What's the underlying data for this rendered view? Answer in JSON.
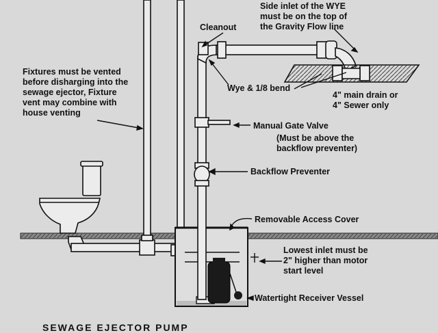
{
  "labels": {
    "side_inlet": "Side inlet of the WYE\nmust be on the top of\nthe Gravity Flow line",
    "cleanout": "Cleanout",
    "fixtures_vented": "Fixtures must be vented\nbefore disharging into the\nsewage ejector, Fixture\nvent may combine with\nhouse venting",
    "wye_bend": "Wye & 1/8 bend",
    "main_drain": "4\" main drain or\n4\" Sewer only",
    "gate_valve": "Manual Gate Valve",
    "gate_valve_note": "(Must be above the\nbackflow preventer)",
    "backflow": "Backflow Preventer",
    "access_cover": "Removable Access Cover",
    "lowest_inlet": "Lowest inlet must be\n2\" higher than motor\nstart level",
    "receiver_vessel": "Watertight Receiver Vessel",
    "bottom_caption": "SEWAGE EJECTOR PUMP"
  },
  "colors": {
    "background": "#d9d9d9",
    "pipe_fill": "#ececec",
    "line": "#111111",
    "floor": "#8a8a8a",
    "water": "#bdbdbd",
    "pump": "#1a1a1a"
  }
}
